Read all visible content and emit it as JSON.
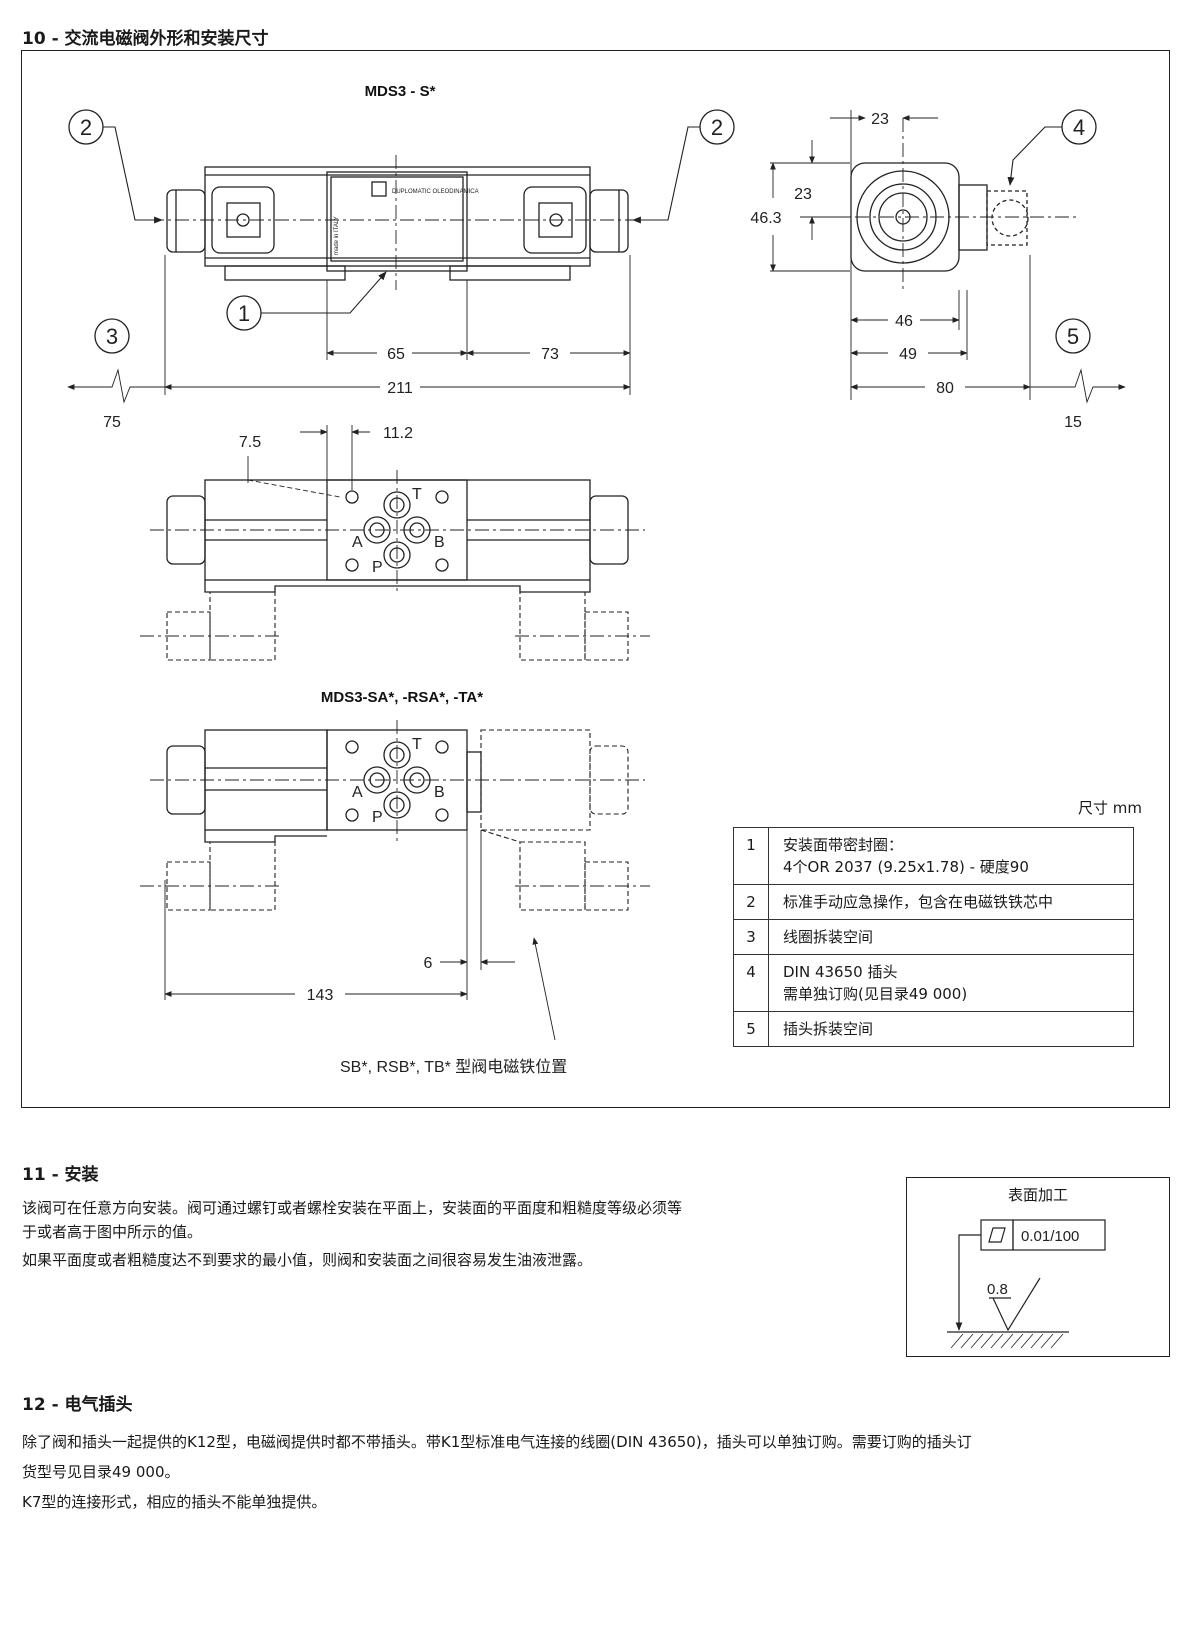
{
  "section10": {
    "title": "10 - 交流电磁阀外形和安装尺寸",
    "drawing": {
      "label_top": "MDS3 - S*",
      "label_mid": "MDS3-SA*, -RSA*, -TA*",
      "callouts": [
        "2",
        "2",
        "1",
        "3",
        "4",
        "5"
      ],
      "dims": {
        "d65": "65",
        "d73": "73",
        "d211": "211",
        "d75": "75",
        "d23a": "23",
        "d23b": "23",
        "d46_3": "46.3",
        "d46": "46",
        "d49": "49",
        "d80": "80",
        "d15": "15",
        "d7_5": "7.5",
        "d11_2": "11.2",
        "d6": "6",
        "d143": "143"
      },
      "ports": {
        "T": "T",
        "A": "A",
        "B": "B",
        "P": "P"
      },
      "note_sb": "SB*, RSB*, TB* 型阀电磁铁位置",
      "logo_text": "DUPLOMATIC OLEODINAMICA",
      "made_in": "made in ITALY"
    },
    "units": "尺寸 mm",
    "legend": [
      {
        "num": "1",
        "lines": [
          "安装面带密封圈：",
          " 4个OR 2037 (9.25x1.78) - 硬度90"
        ]
      },
      {
        "num": "2",
        "lines": [
          "标准手动应急操作，包含在电磁铁铁芯中"
        ]
      },
      {
        "num": "3",
        "lines": [
          "线圈拆装空间"
        ]
      },
      {
        "num": "4",
        "lines": [
          "DIN 43650 插头",
          "需单独订购(见目录49 000)"
        ]
      },
      {
        "num": "5",
        "lines": [
          "插头拆装空间"
        ]
      }
    ]
  },
  "section11": {
    "title": "11 - 安装",
    "para1a": "该阀可在任意方向安装。阀可通过螺钉或者螺栓安装在平面上，安装面的平面度和粗糙度等级必须等",
    "para1b": "于或者高于图中所示的值。",
    "para2": "如果平面度或者粗糙度达不到要求的最小值，则阀和安装面之间很容易发生油液泄露。",
    "finish": {
      "title": "表面加工",
      "flatness": "0.01/100",
      "roughness": "0.8"
    }
  },
  "section12": {
    "title": "12 - 电气插头",
    "para1a": "除了阀和插头一起提供的K12型，电磁阀提供时都不带插头。带K1型标准电气连接的线圈(DIN 43650)，插头可以单独订购。需要订购的插头订",
    "para1b": "货型号见目录49 000。",
    "para2": "K7型的连接形式，相应的插头不能单独提供。"
  }
}
